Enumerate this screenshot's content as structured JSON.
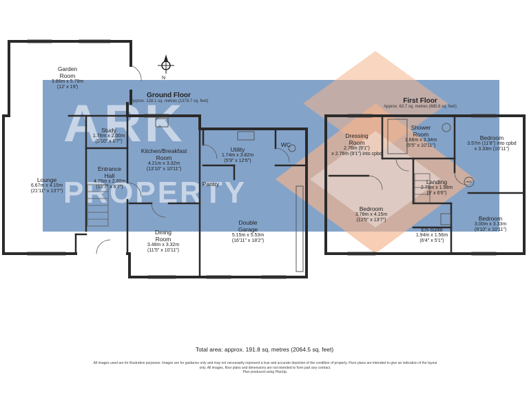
{
  "brand": {
    "line1": "ARK",
    "line2": "PROPERTY",
    "band_color": "#6f93c0",
    "accent_color": "#f0a070"
  },
  "ground_floor": {
    "title": "Ground Floor",
    "area": "Approx. 128.1 sq. metres (1378.7 sq. feet)",
    "rooms": {
      "garden_room": {
        "name": "Garden\nRoom",
        "dims": "3.86m x 5.79m\n(12' x 19')"
      },
      "study": {
        "name": "Study",
        "dims": "1.76m x 2.00m\n(5'10\" x 6'7\")"
      },
      "kitchen": {
        "name": "Kitchen/Breakfast\nRoom",
        "dims": "4.21m x 3.32m\n(13'10\" x 10'11\")"
      },
      "utility": {
        "name": "Utility",
        "dims": "1.74m x 3.82m\n(5'9\" x 12'6\")"
      },
      "wc": {
        "name": "WC"
      },
      "lounge": {
        "name": "Lounge",
        "dims": "6.67m x 4.15m\n(21'11\" x 13'7\")"
      },
      "entrance_hall": {
        "name": "Entrance\nHall",
        "dims": "4.75m x 2.00m\n(15'7\" x 6'7\")"
      },
      "pantry": {
        "name": "Pantry"
      },
      "double_garage": {
        "name": "Double\nGarage",
        "dims": "5.15m x 5.53m\n(16'11\" x 18'2\")"
      },
      "dining_room": {
        "name": "Dining\nRoom",
        "dims": "3.48m x 3.32m\n(11'5\" x 10'11\")"
      }
    }
  },
  "first_floor": {
    "title": "First Floor",
    "area": "Approx. 63.7 sq. metres (685.8 sq. feet)",
    "rooms": {
      "dressing_room": {
        "name": "Dressing\nRoom",
        "dims": "2.76m (9'1\")\nx 2.76m (9'1\") into cpbd"
      },
      "shower_room": {
        "name": "Shower\nRoom",
        "dims": "1.66m x 3.34m\n(5'5\" x 10'11\")"
      },
      "bedroom_a": {
        "name": "Bedroom",
        "dims": "3.57m (11'8\") into cpbd\nx 3.33m (10'11\")"
      },
      "landing": {
        "name": "Landing",
        "dims": "2.75m x 1.98m\n(9' x 6'6\")"
      },
      "bedroom_b": {
        "name": "Bedroom",
        "dims": "3.78m x 4.15m\n(12'5\" x 13'7\")"
      },
      "bedroom_c": {
        "name": "Bedroom",
        "dims": "3.00m x 3.33m\n(9'10\" x 10'11\")"
      },
      "ensuite": {
        "name": "En-suite",
        "dims": "1.94m x 1.56m\n(6'4\" x 5'1\")"
      },
      "hwc": {
        "name": "HWC"
      }
    }
  },
  "compass": {
    "label": "N"
  },
  "total_area": "Total area: approx. 191.8 sq. metres (2064.5 sq. feet)",
  "disclaimer": "All images used are for illustrative purposes. Images are for guidance only and may not necessarily represent a true and accurate depiction of the condition of property. Floor plans are intended to give an indication of the layout only. All images, floor plans and dimensions are not intended to form part any contract.\nPlan produced using PlanUp."
}
